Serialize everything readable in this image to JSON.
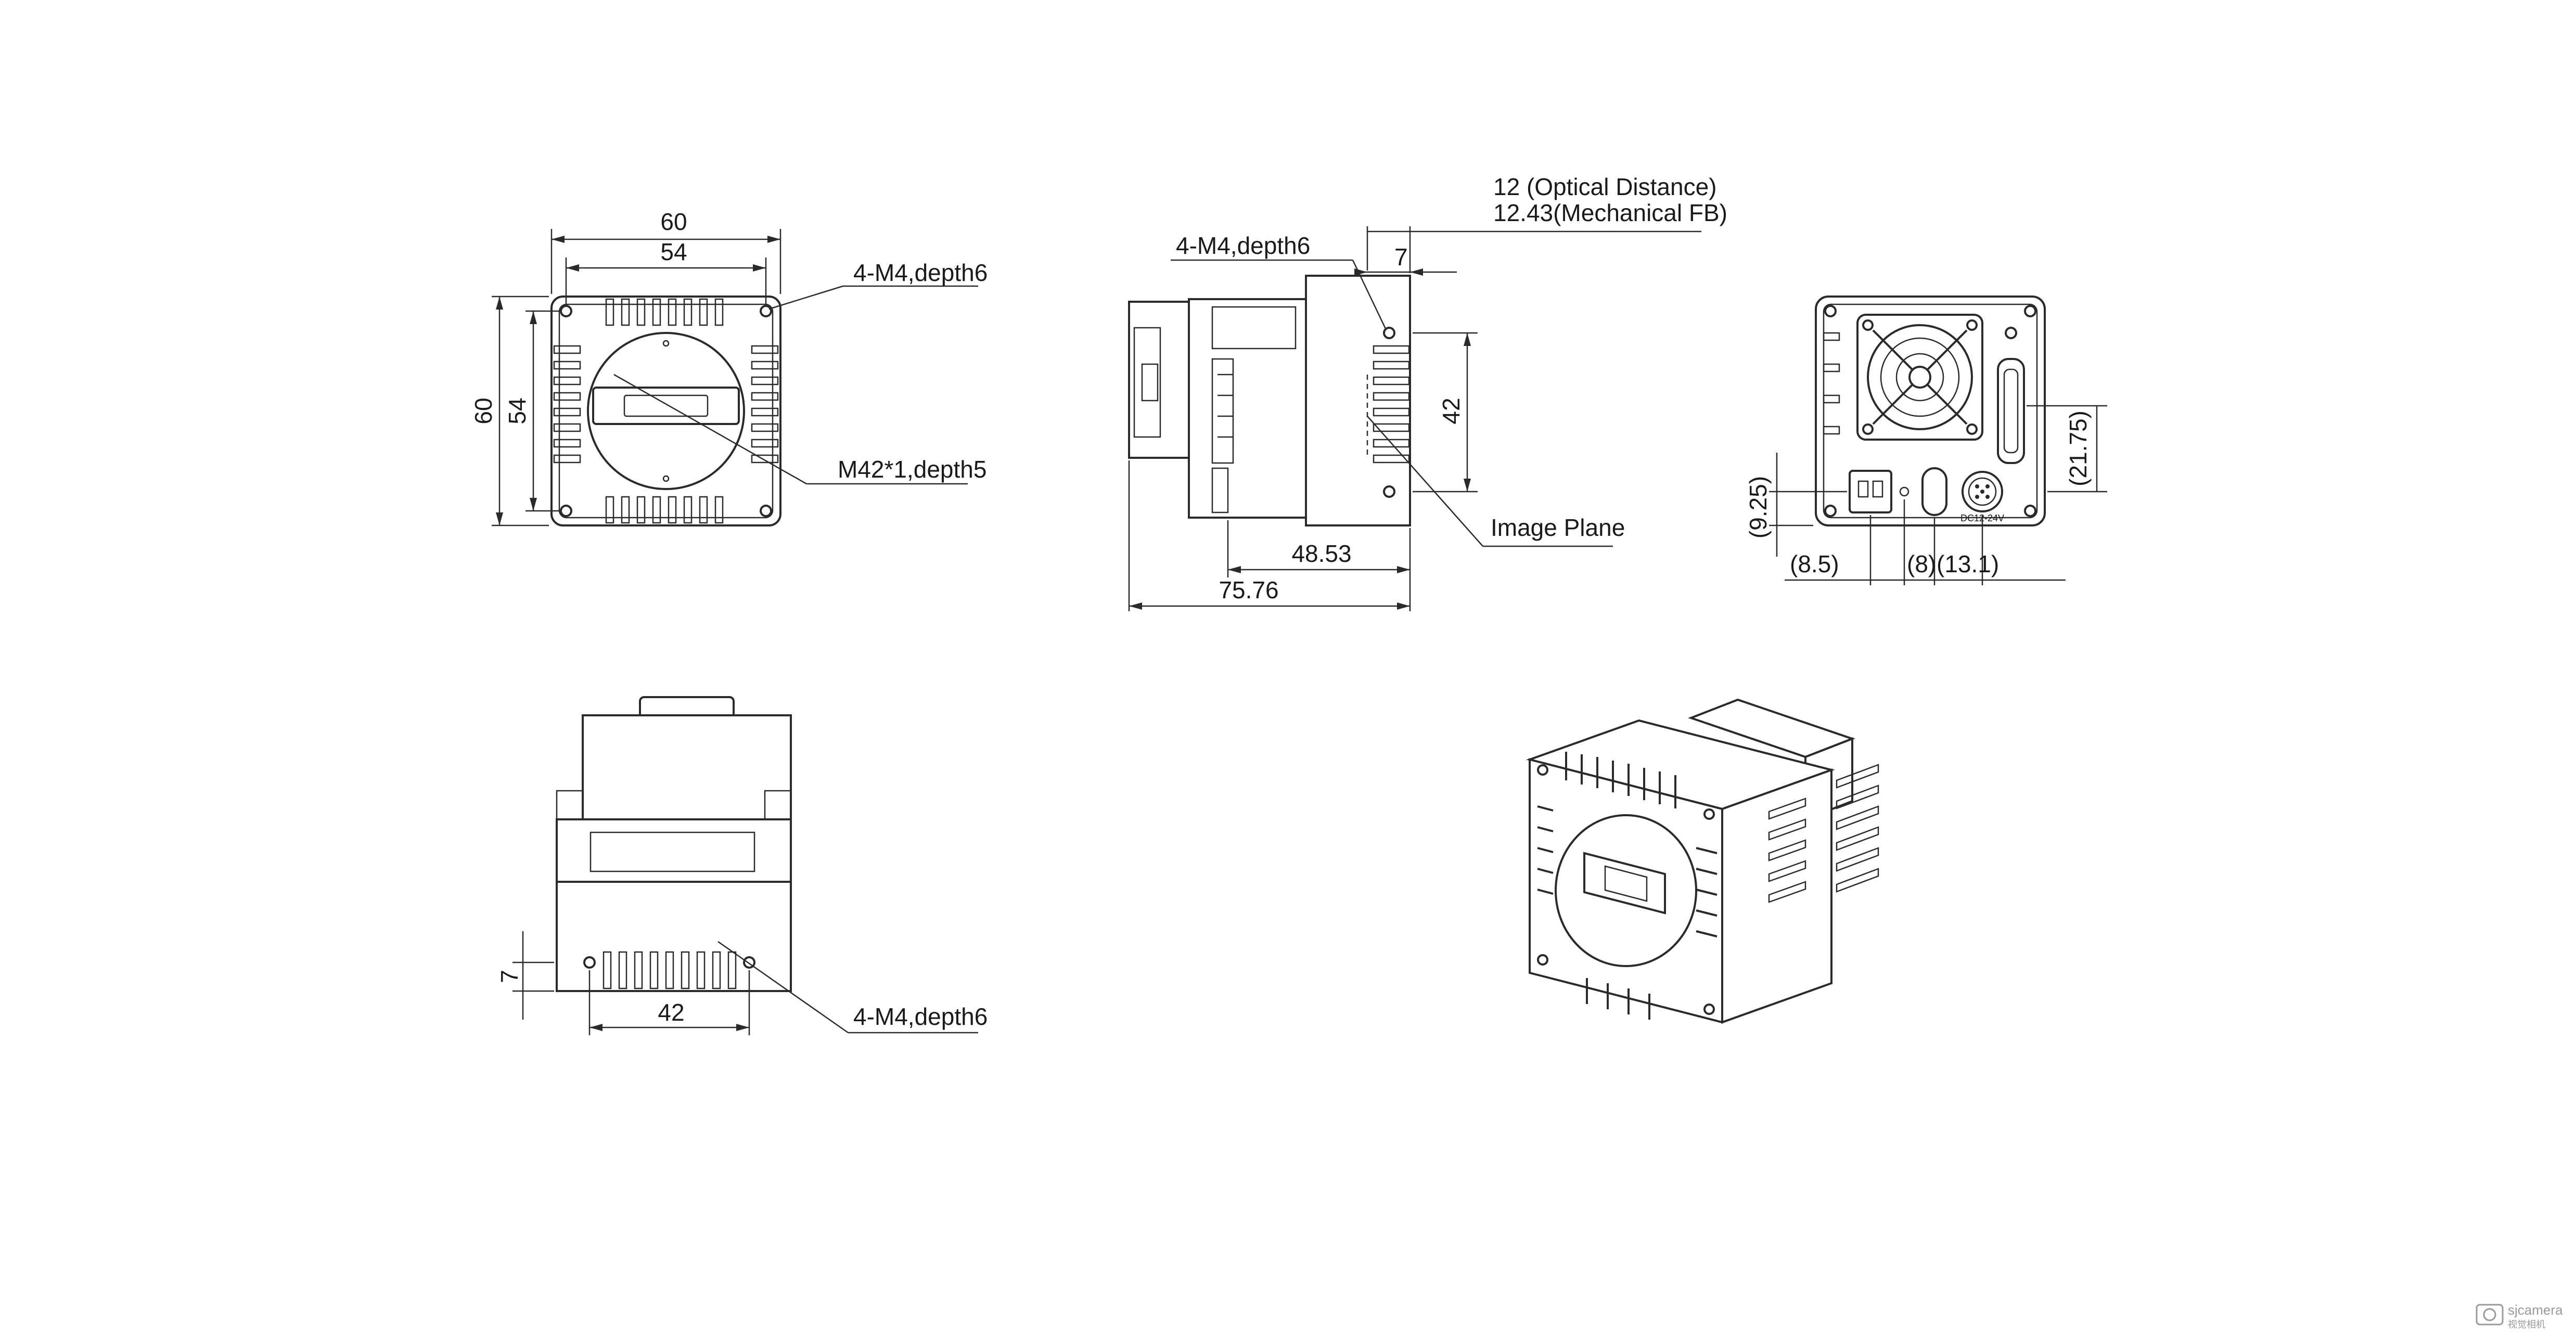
{
  "front_view": {
    "width_outer": "60",
    "width_holes": "54",
    "height_outer": "60",
    "height_holes": "54",
    "hole_callout": "4-M4,depth6",
    "mount_callout": "M42*1,depth5"
  },
  "side_view": {
    "optical_distance": "12 (Optical Distance)",
    "mechanical_fb": "12.43(Mechanical FB)",
    "hole_callout": "4-M4,depth6",
    "offset": "7",
    "hole_spacing": "42",
    "image_plane": "Image Plane",
    "body_length": "48.53",
    "total_length": "75.76"
  },
  "rear_view": {
    "vertical_offset": "(9.25)",
    "left_offset": "(8.5)",
    "mid_offset": "(8)",
    "right_offset": "(13.1)",
    "connector_height": "(21.75)",
    "power_label": "DC12-24V"
  },
  "bottom_view": {
    "edge_offset": "7",
    "hole_spacing": "42",
    "hole_callout": "4-M4,depth6"
  },
  "watermark": {
    "text": "sjcamera",
    "sub": "视觉相机"
  }
}
